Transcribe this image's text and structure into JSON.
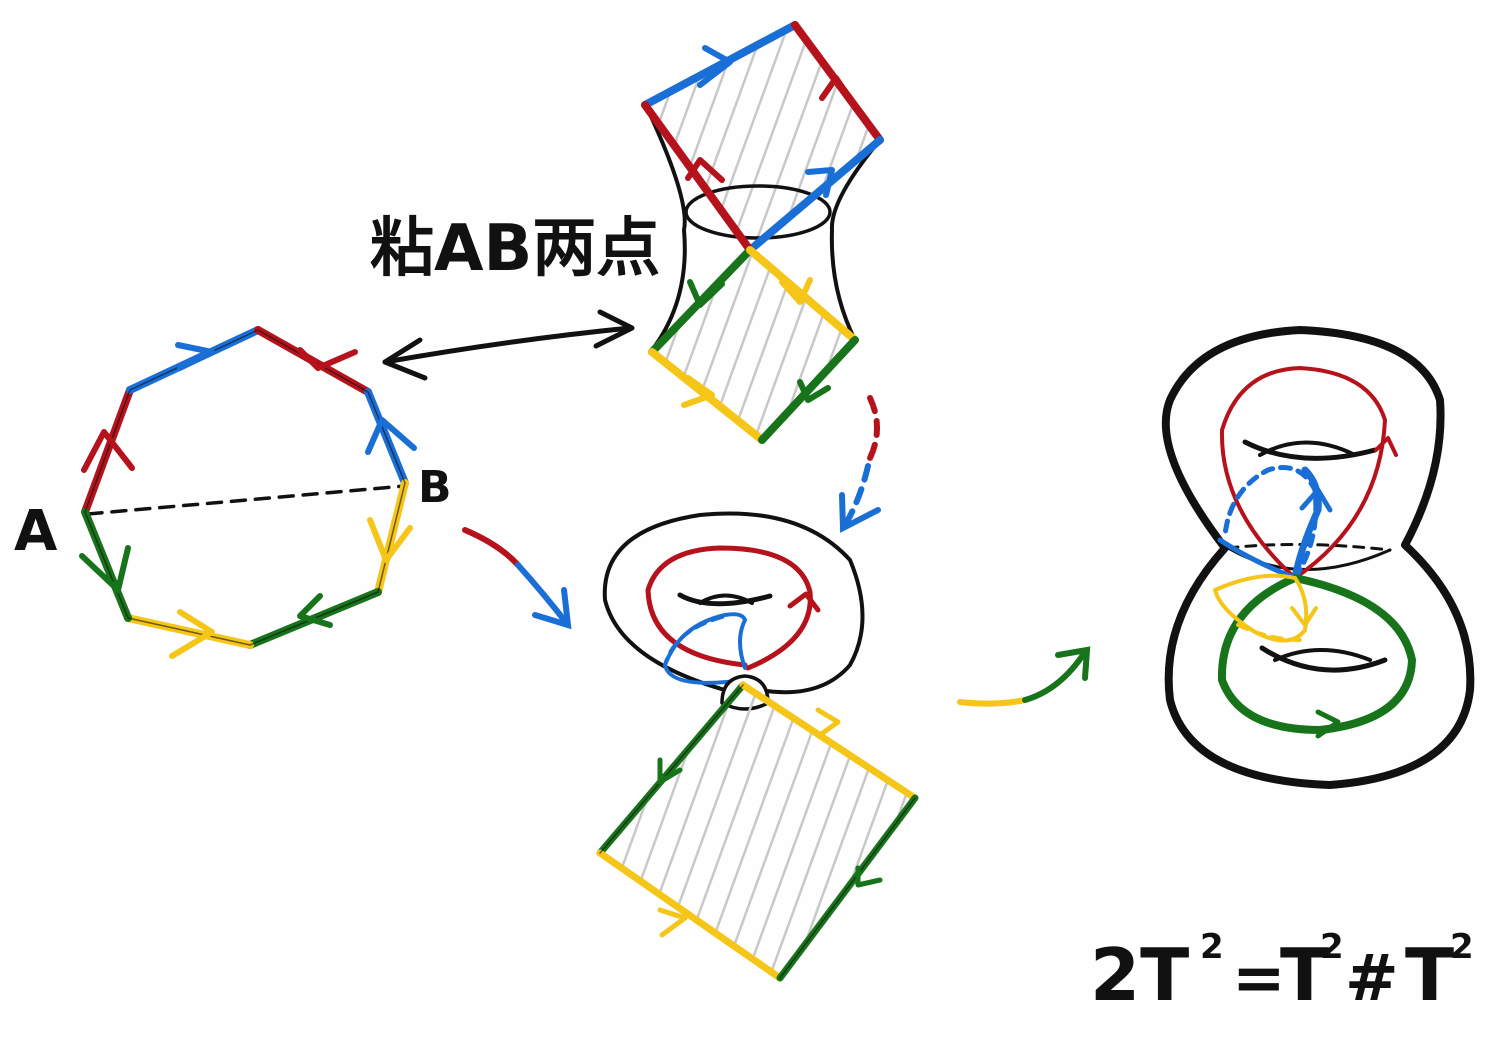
{
  "labels": {
    "point_a": "A",
    "point_b": "B",
    "glue_caption": "粘AB两点",
    "formula_main": "2T",
    "formula_exp1": "2",
    "formula_eq": "=",
    "formula_t1": "T",
    "formula_exp2": "2",
    "formula_hash": "#",
    "formula_t2": "T",
    "formula_exp3": "2"
  },
  "colors": {
    "red": "#b5121b",
    "blue": "#1a6fd6",
    "green": "#17741a",
    "yellow": "#f5c518",
    "ink": "#111111",
    "hatch": "#c8c8c8",
    "background": "#fefefe"
  },
  "icons": {
    "double_arrow": "double-headed-arrow-icon",
    "flow_arrow": "curved-arrow-icon"
  }
}
